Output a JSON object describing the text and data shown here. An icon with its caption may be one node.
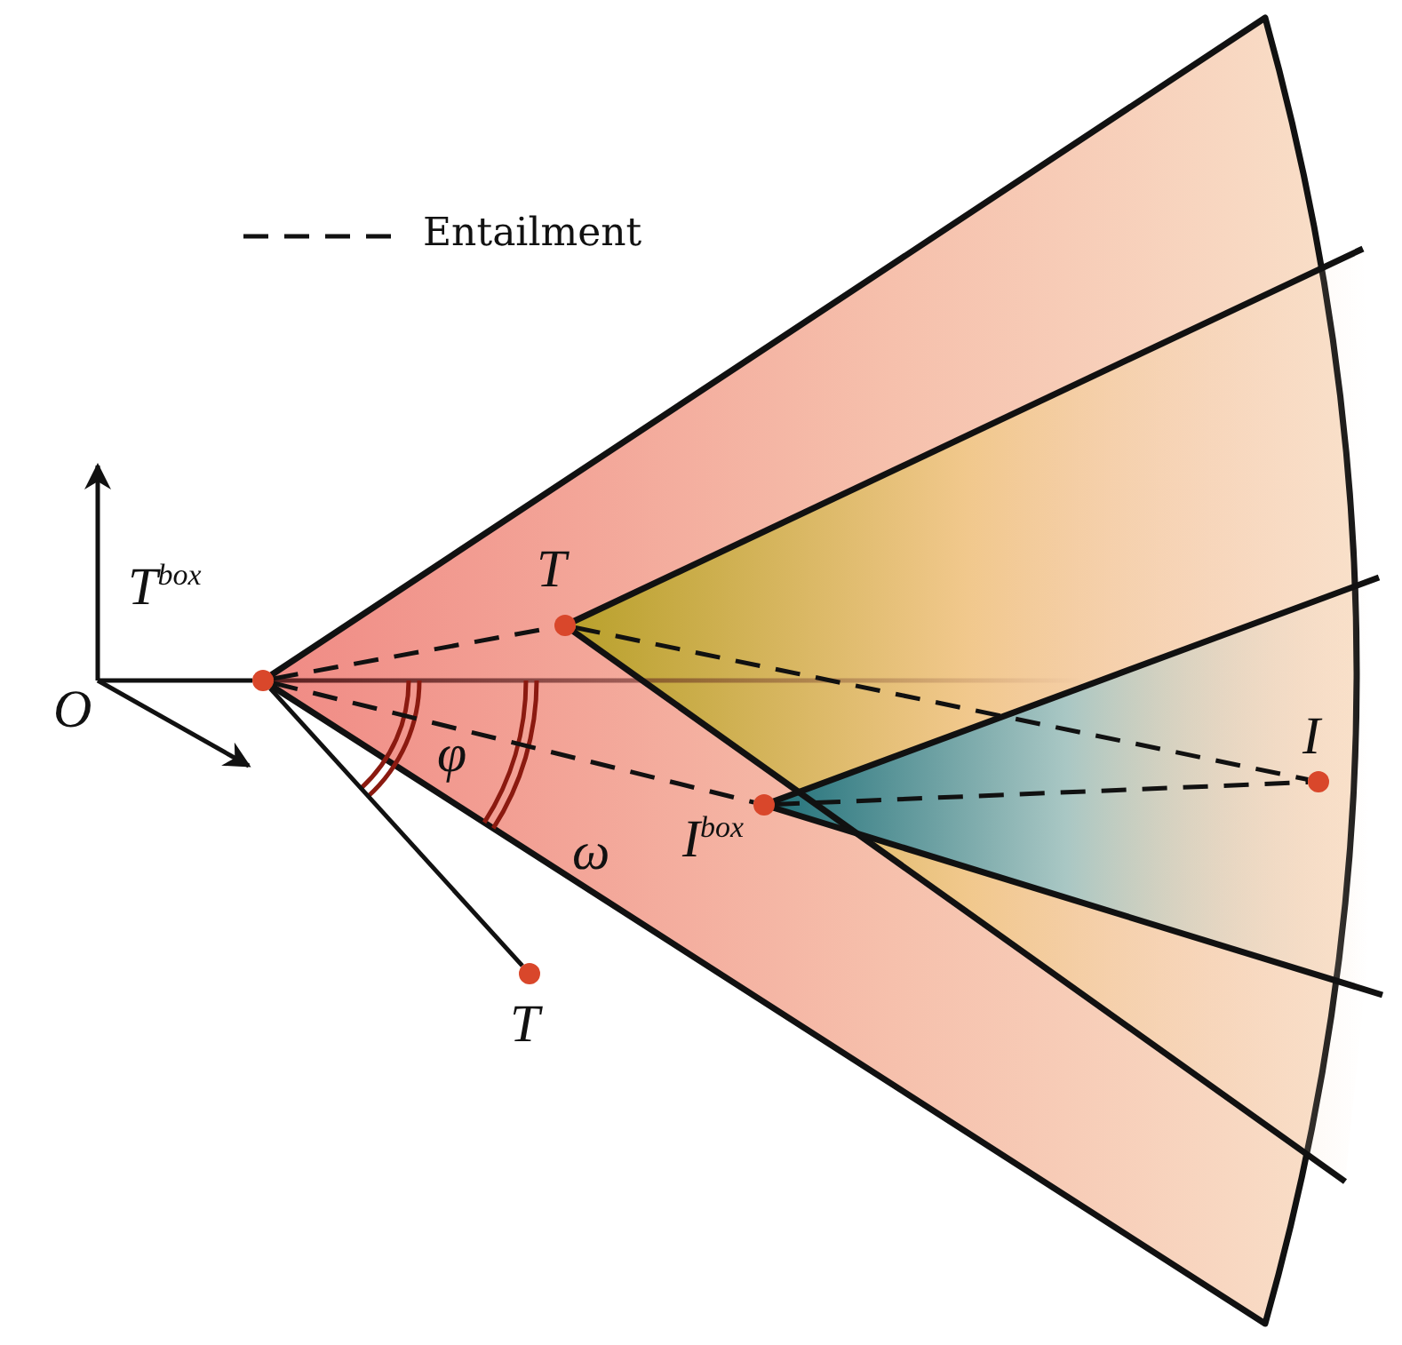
{
  "diagram": {
    "nodes": [
      {
        "text": [
          "T$^{box}$"
        ]
      },
      {
        "text": [
          "T"
        ]
      },
      {
        "text": [
          "I$^{box}$"
        ]
      },
      {
        "text": [
          "I"
        ]
      },
      {
        "text": [
          "T"
        ]
      }
    ],
    "edges": [
      {
        "from": 0,
        "to": 1,
        "arrow": "none",
        "style": "dashed"
      },
      {
        "from": 0,
        "to": 2,
        "arrow": "none",
        "style": "dashed"
      },
      {
        "from": 1,
        "to": 3,
        "arrow": "none",
        "style": "dashed"
      },
      {
        "from": 2,
        "to": 3,
        "arrow": "none",
        "style": "dashed"
      },
      {
        "from": 0,
        "to": 4,
        "arrow": "none"
      }
    ],
    "labels": [
      "O",
      "φ",
      "ω"
    ],
    "legend": [
      {
        "text": "Entailment"
      }
    ]
  }
}
